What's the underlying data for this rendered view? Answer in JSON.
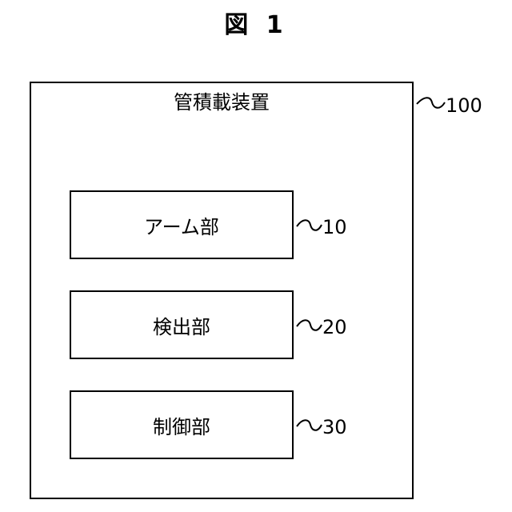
{
  "figure": {
    "title": "図 1"
  },
  "device": {
    "label": "管積載装置",
    "ref": "100"
  },
  "blocks": [
    {
      "label": "アーム部",
      "ref": "10"
    },
    {
      "label": "検出部",
      "ref": "20"
    },
    {
      "label": "制御部",
      "ref": "30"
    }
  ]
}
